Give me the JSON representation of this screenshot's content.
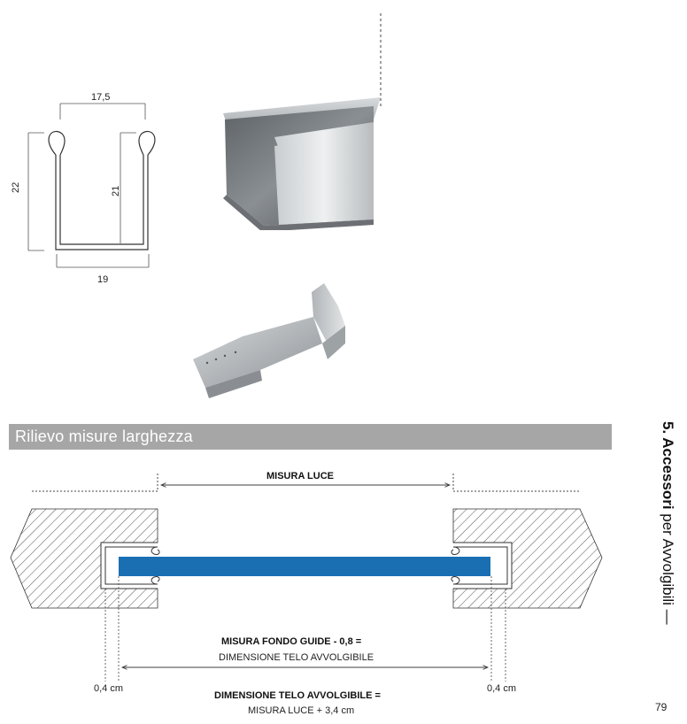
{
  "profile": {
    "width_top": "17,5",
    "height_outer": "22",
    "height_inner": "21",
    "width_bottom": "19"
  },
  "section": {
    "title": "Rilievo misure larghezza"
  },
  "diagram": {
    "misura_luce": "MISURA LUCE",
    "fondo_guide_title": "MISURA FONDO GUIDE - 0,8 =",
    "fondo_guide_sub": "DIMENSIONE TELO AVVOLGIBILE",
    "gap_left": "0,4 cm",
    "gap_right": "0,4 cm",
    "telo_title": "DIMENSIONE TELO AVVOLGIBILE =",
    "telo_sub": "MISURA LUCE + 3,4 cm",
    "colors": {
      "telo": "#1a6fb3",
      "hatch": "#555555"
    }
  },
  "sidebar": {
    "chapter_bold": "5. Accessori",
    "chapter_rest": " per Avvolgibili",
    "dash": "—",
    "page_number": "79"
  }
}
